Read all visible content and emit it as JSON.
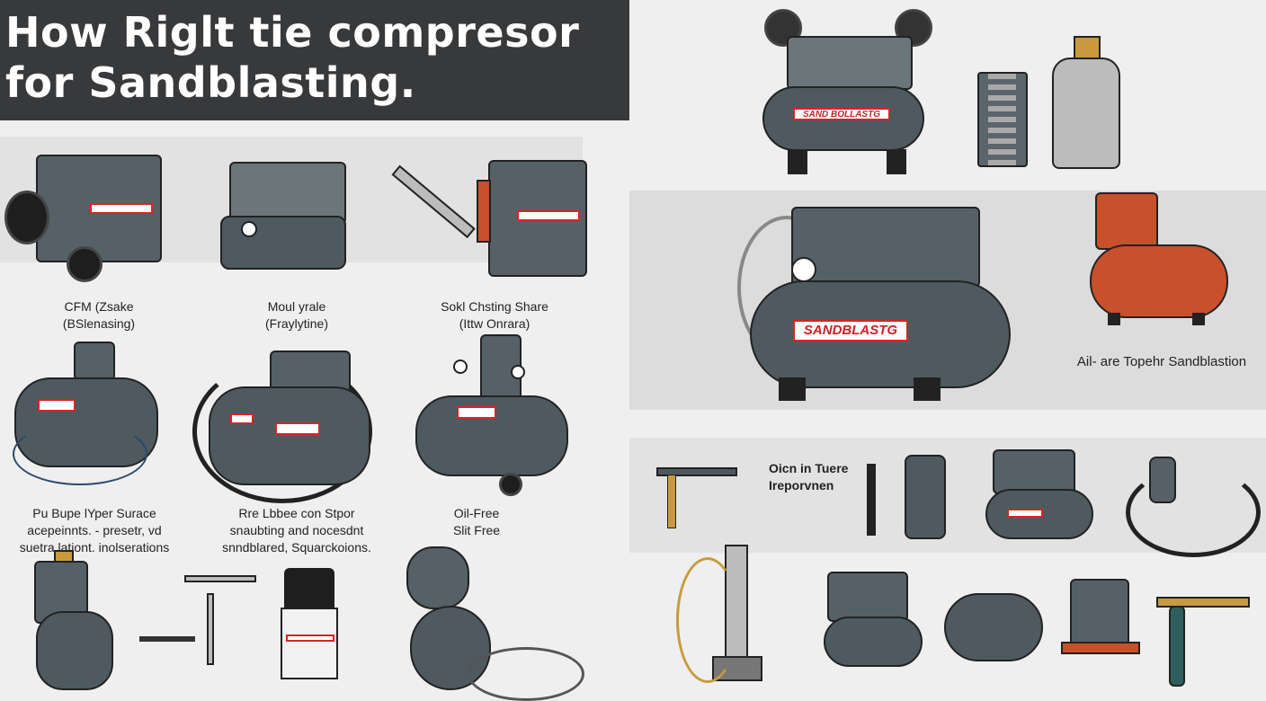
{
  "title": {
    "line1": "How Riglt tie compresor",
    "line2": "for Sandblasting."
  },
  "colors": {
    "title_bg": "#38393b",
    "tank": "#4e5a60",
    "accent_red": "#d22222",
    "orange_tank": "#c8502a"
  },
  "left_captions": [
    {
      "line1": "CFM (Zsake",
      "line2": "(BSlenasing)"
    },
    {
      "line1": "Moul yrale",
      "line2": "(Fraylytine)"
    },
    {
      "line1": "Sokl Chsting Share",
      "line2": "(Ittw Onrara)"
    },
    {
      "line1": "Pu Bupe lYper Surace",
      "line2": "acepeinnts. - presetr, vd",
      "line3": "suetra lationt.  inolserations"
    },
    {
      "line1": "Rre Lbbee con Stpor",
      "line2": "snaubting and nocesdnt",
      "line3": "snndblared, Squarckoions."
    },
    {
      "line1": "Oil-Free",
      "line2": "Slit Free"
    }
  ],
  "right_captions": {
    "featured": "Ail- are Topehr Sandblastion",
    "accessories_line1": "Oicn in Tuere",
    "accessories_line2": "Ireporvnen"
  },
  "tank_labels": {
    "top_right": "SAND BOLLASTG",
    "featured": "SANDBLASTG"
  }
}
